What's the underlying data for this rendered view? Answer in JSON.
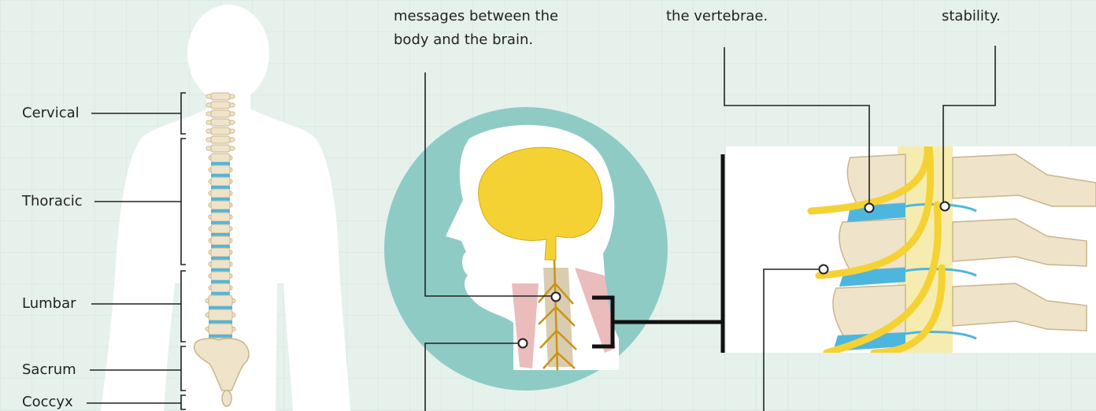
{
  "spine_regions": {
    "cervical": "Cervical",
    "thoracic": "Thoracic",
    "lumbar": "Lumbar",
    "sacrum": "Sacrum",
    "coccyx": "Coccyx"
  },
  "callouts": {
    "spinal_cord": [
      "messages between the",
      "body and the brain."
    ],
    "discs": [
      "the vertebrae."
    ],
    "ligaments": [
      "stability."
    ]
  },
  "colors": {
    "background": "#e6f1ec",
    "grid": "#d3e5dc",
    "silhouette": "#ffffff",
    "head_circle": "#8fcbc5",
    "brain_nerves": "#f5d234",
    "vertebra": "#efe4c9",
    "disc": "#4db6df",
    "muscle": "#ebbcbc",
    "leader_line": "#222222"
  }
}
